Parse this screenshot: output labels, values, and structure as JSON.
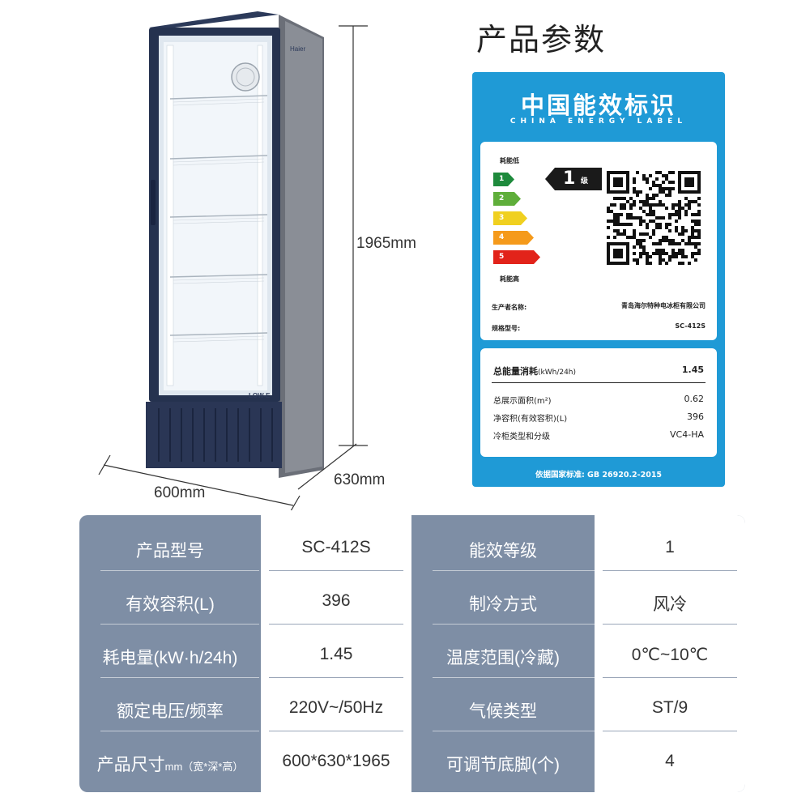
{
  "page_title": "产品参数",
  "dimensions": {
    "height": "1965mm",
    "width": "600mm",
    "depth": "630mm"
  },
  "fridge": {
    "brand_text": "Haier",
    "badge": "LOW-E"
  },
  "energy_label": {
    "title": "中国能效标识",
    "subtitle": "CHINA ENERGY LABEL",
    "scale_low": "耗能低",
    "scale_high": "耗能高",
    "grades": [
      "1",
      "2",
      "3",
      "4",
      "5"
    ],
    "grade_colors": [
      "#1e8a3c",
      "#5fae3a",
      "#f0d020",
      "#f59a1b",
      "#e2231a"
    ],
    "current_grade": "1",
    "grade_unit": "级",
    "manufacturer_key": "生产者名称:",
    "manufacturer_val": "青岛海尔特种电冰柜有限公司",
    "model_key": "规格型号:",
    "model_val": "SC-412S",
    "consumption_key": "总能量消耗",
    "consumption_unit": "(kWh/24h)",
    "consumption_val": "1.45",
    "display_area_key": "总展示面积(m²)",
    "display_area_val": "0.62",
    "volume_key": "净容积(有效容积)(L)",
    "volume_val": "396",
    "type_key": "冷柜类型和分级",
    "type_val": "VC4-HA",
    "footer": "依据国家标准: GB 26920.2-2015",
    "qr_icon": "qr-code-icon"
  },
  "spec_table": {
    "rows": [
      {
        "k1": "产品型号",
        "v1": "SC-412S",
        "k2": "能效等级",
        "v2": "1"
      },
      {
        "k1": "有效容积(L)",
        "v1": "396",
        "k2": "制冷方式",
        "v2": "风冷"
      },
      {
        "k1": "耗电量(kW·h/24h)",
        "v1": "1.45",
        "k2": "温度范围(冷藏)",
        "v2": "0℃~10℃"
      },
      {
        "k1": "额定电压/频率",
        "v1": "220V~/50Hz",
        "k2": "气候类型",
        "v2": "ST/9"
      },
      {
        "k1": "产品尺寸",
        "k1_suffix": "mm（宽*深*高）",
        "v1": "600*630*1965",
        "k2": "可调节底脚(个)",
        "v2": "4"
      }
    ]
  }
}
